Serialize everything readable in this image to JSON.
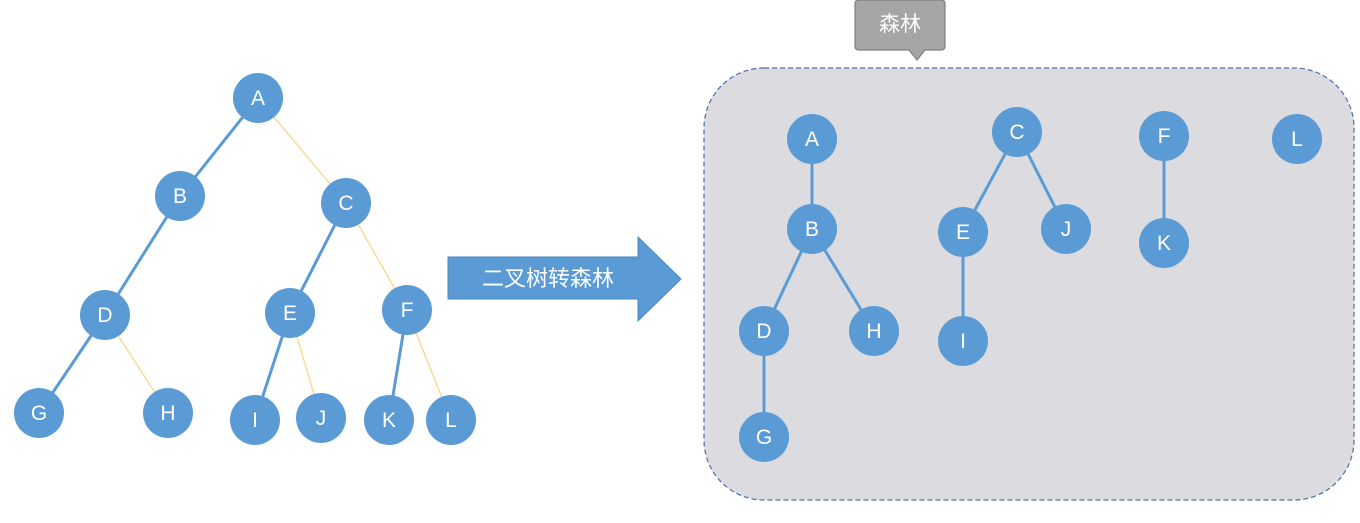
{
  "arrow": {
    "label": "二叉树转森林"
  },
  "forest_callout": {
    "label": "森林"
  },
  "binary_tree": {
    "nodes": [
      "A",
      "B",
      "C",
      "D",
      "E",
      "F",
      "G",
      "H",
      "I",
      "J",
      "K",
      "L"
    ],
    "edges": [
      {
        "from": "A",
        "to": "B",
        "kind": "kept"
      },
      {
        "from": "A",
        "to": "C",
        "kind": "cut"
      },
      {
        "from": "B",
        "to": "D",
        "kind": "kept"
      },
      {
        "from": "C",
        "to": "E",
        "kind": "kept"
      },
      {
        "from": "C",
        "to": "F",
        "kind": "cut"
      },
      {
        "from": "D",
        "to": "G",
        "kind": "kept"
      },
      {
        "from": "D",
        "to": "H",
        "kind": "cut"
      },
      {
        "from": "E",
        "to": "I",
        "kind": "kept"
      },
      {
        "from": "E",
        "to": "J",
        "kind": "cut"
      },
      {
        "from": "F",
        "to": "K",
        "kind": "kept"
      },
      {
        "from": "F",
        "to": "L",
        "kind": "cut"
      }
    ]
  },
  "forest": {
    "trees": [
      {
        "root": "A",
        "edges": [
          [
            "A",
            "B"
          ],
          [
            "B",
            "D"
          ],
          [
            "B",
            "H"
          ],
          [
            "D",
            "G"
          ]
        ]
      },
      {
        "root": "C",
        "edges": [
          [
            "C",
            "E"
          ],
          [
            "C",
            "J"
          ],
          [
            "E",
            "I"
          ]
        ]
      },
      {
        "root": "F",
        "edges": [
          [
            "F",
            "K"
          ]
        ]
      },
      {
        "root": "L",
        "edges": []
      }
    ]
  },
  "colors": {
    "node_fill": "#5b9bd5",
    "node_text": "#ffffff",
    "kept_edge": "#5b9bd5",
    "cut_edge": "#f5d88a",
    "arrow_fill": "#5b9bd5",
    "arrow_stroke": "#4a86c0",
    "forest_bg": "#dcdbdf",
    "forest_border": "#4a6fa5",
    "callout_fill": "#a5a5a5",
    "callout_border": "#7f7f7f"
  }
}
